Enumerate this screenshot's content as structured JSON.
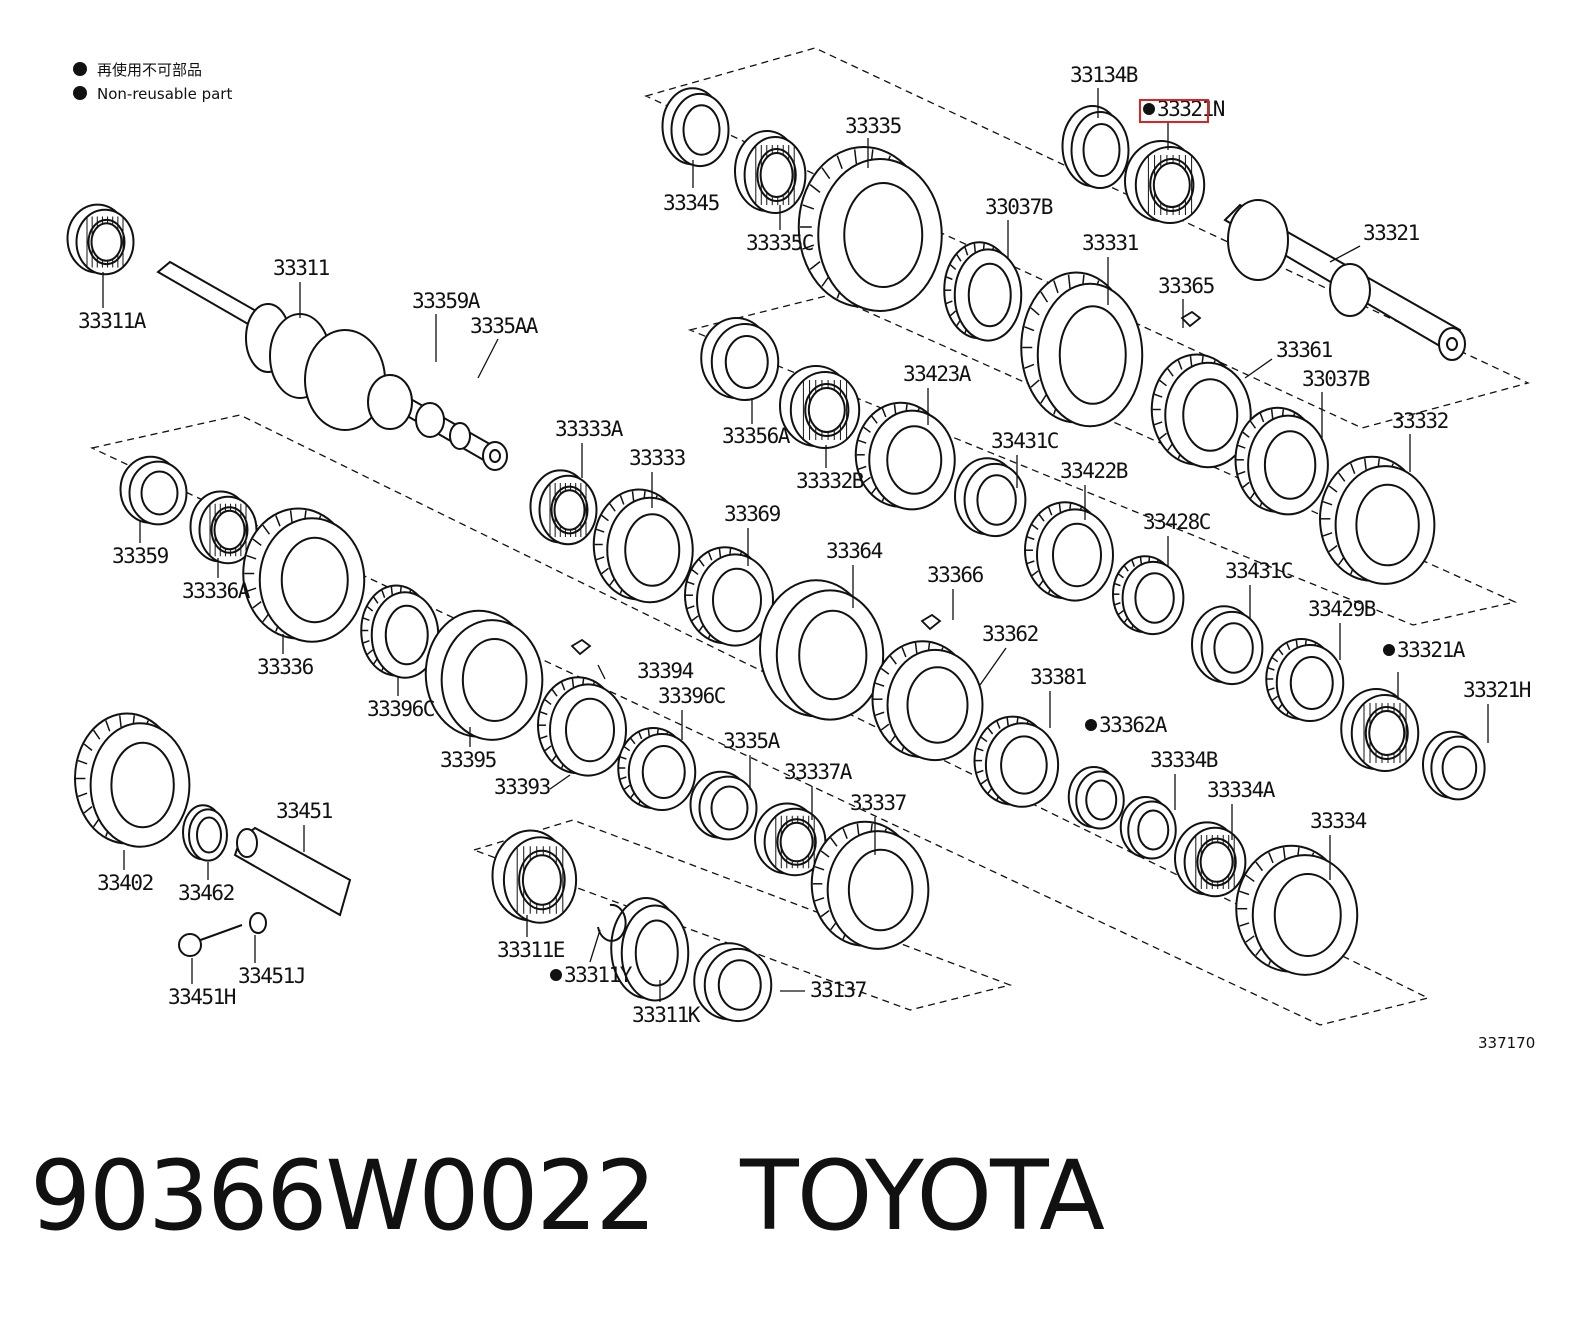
{
  "legend": [
    {
      "label": "再使用不可部品"
    },
    {
      "label": "Non-reusable part"
    }
  ],
  "highlighted_part": "33321N",
  "part_labels": [
    "33134B",
    "33321N",
    "33335",
    "33345",
    "33335C",
    "33037B",
    "33321",
    "33311",
    "33311A",
    "33359A",
    "3335AA",
    "33331",
    "33365",
    "33361",
    "33037B",
    "33332",
    "33356A",
    "33423A",
    "33332B",
    "33431C",
    "33422B",
    "33428C",
    "33431C",
    "33429B",
    "33321A",
    "33321H",
    "33333A",
    "33333",
    "33369",
    "33364",
    "33366",
    "33362",
    "33381",
    "33362A",
    "33334B",
    "33334A",
    "33334",
    "33359",
    "33336A",
    "33336",
    "33396C",
    "33395",
    "33394",
    "33396C",
    "33393",
    "3335A",
    "33337A",
    "33337",
    "33402",
    "33462",
    "33451",
    "33451H",
    "33451J",
    "33311E",
    "33311Y",
    "33311K",
    "33137"
  ],
  "diagram_ref": "337170",
  "footer": {
    "part_number": "90366W0022",
    "brand": "TOYOTA"
  }
}
